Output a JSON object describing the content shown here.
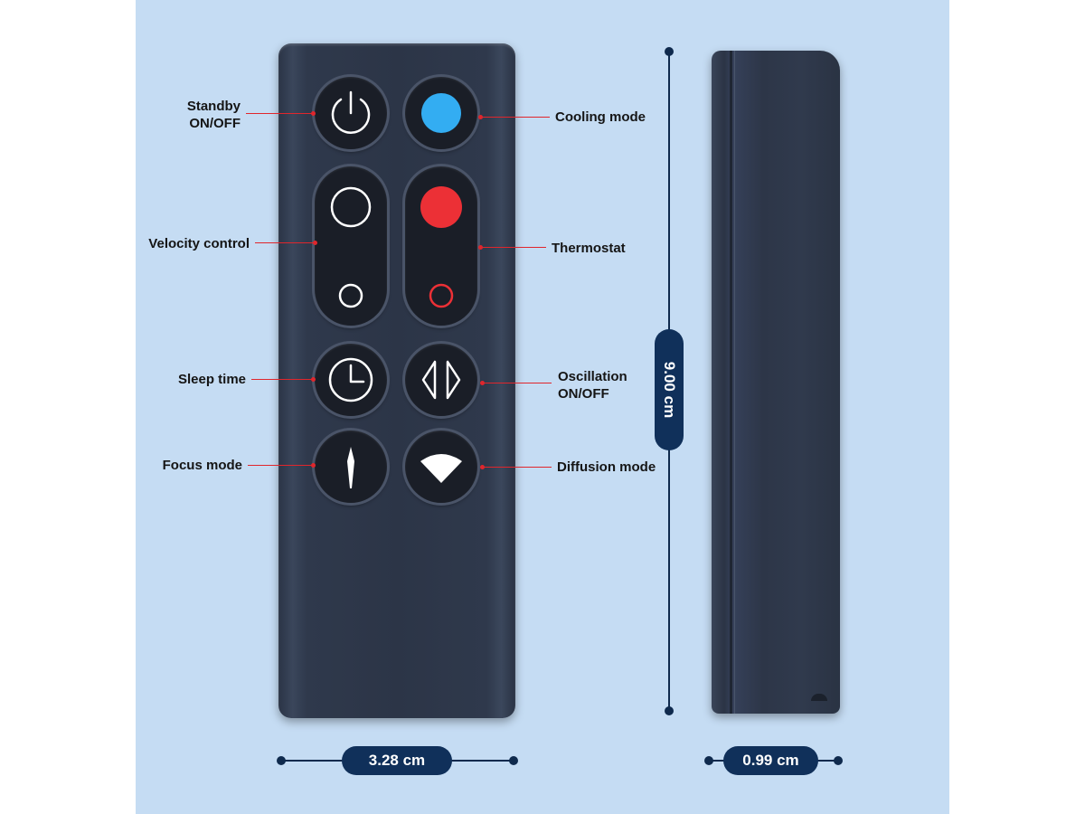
{
  "labels": {
    "standby": [
      "Standby",
      "ON/OFF"
    ],
    "cooling": "Cooling mode",
    "velocity": "Velocity control",
    "thermostat": "Thermostat",
    "sleep": "Sleep time",
    "oscillation": [
      "Oscillation",
      "ON/OFF"
    ],
    "focus": "Focus mode",
    "diffusion": "Diffusion mode"
  },
  "dimensions": {
    "height": "9.00 cm",
    "width": "3.28 cm",
    "depth": "0.99 cm"
  },
  "colors": {
    "background": "#c5dcf3",
    "remote_body": "#2c3547",
    "cooling_button": "#33adf2",
    "thermostat_button": "#ec3036",
    "leader_line": "#e0262c",
    "dimension_badge": "#10305a"
  },
  "icons": {
    "standby": "power-icon",
    "cooling": "blue-dot-icon",
    "velocity_up": "large-circle-icon",
    "velocity_down": "small-circle-icon",
    "thermostat_up": "red-dot-icon",
    "thermostat_down": "small-red-circle-icon",
    "sleep": "clock-icon",
    "oscillation": "oscillation-arrows-icon",
    "focus": "focus-wedge-icon",
    "diffusion": "diffusion-fan-icon"
  }
}
